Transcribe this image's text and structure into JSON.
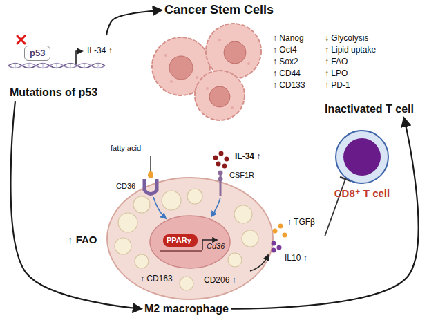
{
  "diagram": {
    "nodes": [
      {
        "text": [
          "Mutations of p53"
        ]
      },
      {
        "text": [
          "Cancer Stem Cells"
        ]
      },
      {
        "text": [
          "Inactivated T cell"
        ]
      },
      {
        "text": [
          "M2 macrophage"
        ]
      },
      {
        "text": [
          "p53"
        ],
        "in": 0
      },
      {
        "text": [
          "CD8⁺ T cell"
        ]
      }
    ],
    "edges": [
      {
        "from": 0,
        "to": 1,
        "arrow": "to"
      },
      {
        "from": 0,
        "to": 3,
        "arrow": "to"
      },
      {
        "from": 3,
        "to": 2,
        "arrow": "to"
      }
    ],
    "labels": [
      "IL-34 ↑",
      "↑ Nanog",
      "↑ Oct4",
      "↑ Sox2",
      "↑ CD44",
      "↑ CD133",
      "↓ Glycolysis",
      "↑ Lipid uptake",
      "↑ FAO",
      "↑ LPO",
      "↑ PD-1",
      "fatty acid",
      "CD36",
      "IL-34 ↑",
      "CSF1R",
      "PPARγ",
      "Cd36",
      "↑ FAO",
      "↑ TGFβ",
      "IL10 ↑",
      "↑ CD163",
      "CD206 ↑"
    ]
  }
}
